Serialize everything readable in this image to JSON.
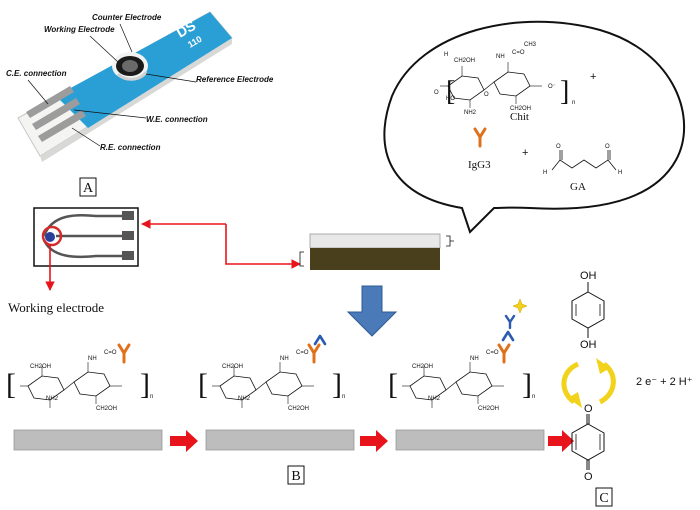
{
  "sensor_labels": {
    "working_electrode": "Working Electrode",
    "counter_electrode": "Counter Electrode",
    "reference_electrode": "Reference Electrode",
    "ce_connection": "C.E. connection",
    "we_connection": "W.E. connection",
    "re_connection": "R.E. connection",
    "brand": "DS",
    "model": "110"
  },
  "panels": {
    "a": "A",
    "b": "B",
    "c": "C"
  },
  "bubble": {
    "chit": "Chit",
    "igg3": "IgG3",
    "ga": "GA",
    "plus": "+"
  },
  "chem_labels": {
    "ch2oh": "CH2OH",
    "nh2": "NH2",
    "ho": "HO",
    "oh": "OH",
    "h": "H",
    "nh": "NH",
    "c_eq_o": "C=O",
    "ch3": "CH3",
    "o": "O",
    "n": "n",
    "o_minus": "O⁻"
  },
  "working_electrode_caption": "Working electrode",
  "redox_reaction": "2 e⁻ + 2 H⁺",
  "colors": {
    "strip_blue": "#2a9fd6",
    "arrow_red": "#e8141b",
    "antibody_orange": "#e0701a",
    "antigen_blue": "#2a5bb0",
    "down_arrow_blue": "#4a7ab8",
    "cycle_yellow": "#f2d21a",
    "electrode_gray": "#bdbdbd",
    "layer_brown": "#4a3f1c"
  }
}
